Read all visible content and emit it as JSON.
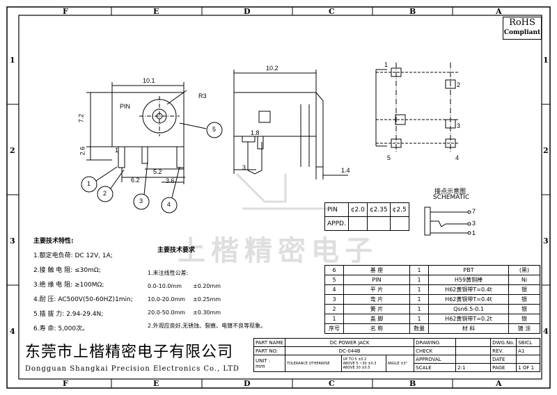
{
  "zones": {
    "columns": [
      "F",
      "E",
      "D",
      "C",
      "B",
      "A"
    ],
    "rows": [
      "1",
      "2",
      "3",
      "4"
    ]
  },
  "rohs": {
    "line1": "RoHS",
    "line2": "Compliant"
  },
  "drawing_labels": {
    "front_width": "10.1",
    "front_height": "7.2",
    "radius": "R3",
    "pin": "PIN",
    "dim_2_6": "2.6",
    "dim_1": "1",
    "dim_5_2": "5.2",
    "dim_6_2": "6.2",
    "dim_3_6": "3.6",
    "side_width": "10.2",
    "dim_1_8": "1.8",
    "dim_3": "3",
    "dim_1_4": "1.4",
    "callouts": [
      "1",
      "2",
      "3",
      "4",
      "5"
    ],
    "schem_pins": [
      "1",
      "2",
      "3",
      "5",
      "4"
    ],
    "schematic_cn": "接点示意图",
    "schematic_en": "SCHEMATIC",
    "schem_right": [
      "7",
      "3",
      "1"
    ]
  },
  "pin_table": {
    "pin_label": "PIN",
    "appd_label": "APPD.",
    "sizes": [
      "¢2.0",
      "¢2.35",
      "¢2.5"
    ]
  },
  "specs": {
    "heading": "主要技术特性:",
    "items": [
      "1.额定电负荷: DC 12V, 1A;",
      "2.接 触 电 阻: ≤30mΩ;",
      "3.绝 缘 电 阻: ≥100MΩ;",
      "4.耐          压: AC500V(50-60HZ)1min;",
      "5.插    拔   力: 2.94-29.4N;",
      "6.寿        命: 5,000次。"
    ]
  },
  "requirements": {
    "heading": "主要技术要求",
    "tol_heading": "1.未注线性公差:",
    "tol_rows": [
      {
        "range": "0.0-10.0mm",
        "tol": "±0.20mm"
      },
      {
        "range": "10.0-20.0mm",
        "tol": "±0.25mm"
      },
      {
        "range": "20.0-50.0mm",
        "tol": "±0.30mm"
      }
    ],
    "note2": "2.外观应良好,无锈蚀、裂痕、电镀不良等现象。"
  },
  "watermark": "上楷精密电子",
  "bom": {
    "rows": [
      {
        "no": "6",
        "name": "基    座",
        "qty": "1",
        "mat": "PBT",
        "finish": "(黑)"
      },
      {
        "no": "5",
        "name": "PIN",
        "qty": "1",
        "mat": "H59黄铜棒",
        "finish": "Ni"
      },
      {
        "no": "4",
        "name": "平    片",
        "qty": "1",
        "mat": "H62黄铜带T=0.4t",
        "finish": "银"
      },
      {
        "no": "3",
        "name": "弯    片",
        "qty": "1",
        "mat": "H62黄铜带T=0.4t",
        "finish": "银"
      },
      {
        "no": "2",
        "name": "簧    片",
        "qty": "1",
        "mat": "Qsn6.5-0.1",
        "finish": "银"
      },
      {
        "no": "1",
        "name": "盖    脚",
        "qty": "1",
        "mat": "H62黄铜带T=0.2t",
        "finish": "银"
      }
    ],
    "header": {
      "no": "序号",
      "name": "名    称",
      "qty": "数量",
      "mat": "材      料",
      "finish": "镀  涂"
    }
  },
  "company": {
    "cn": "东莞市上楷精密电子有限公司",
    "en": "Dongguan Shangkai Precision Electronics Co., LTD"
  },
  "title_block": {
    "part_name_label": "PART NAME",
    "part_name": "DC POWER JACK",
    "drawing_label": "DRAWING",
    "dwg_no_label": "DWG.No.",
    "dwg_no": "SBICL",
    "part_no_label": "PART NO.",
    "part_no": "DC-044B",
    "check_label": "CHECK",
    "rev_label": "REV.",
    "rev": "A1",
    "unit_label": "UNIT :",
    "unit": "mm",
    "tolerance_label": "TOLERANCE OTHERWISE",
    "tol_lines": [
      "UP TO 5        ±0.2",
      "ABOVE 5 ~30   ±0.3",
      "ABOVE 30      ±0.5"
    ],
    "angle_label": "ANGLE",
    "angle_value": "±3°",
    "approval_label": "APPROVAL",
    "date_label": "DATE",
    "scale_label": "SCALE",
    "scale": "2:1",
    "page_label": "PAGE",
    "page": "1 OF 1"
  }
}
